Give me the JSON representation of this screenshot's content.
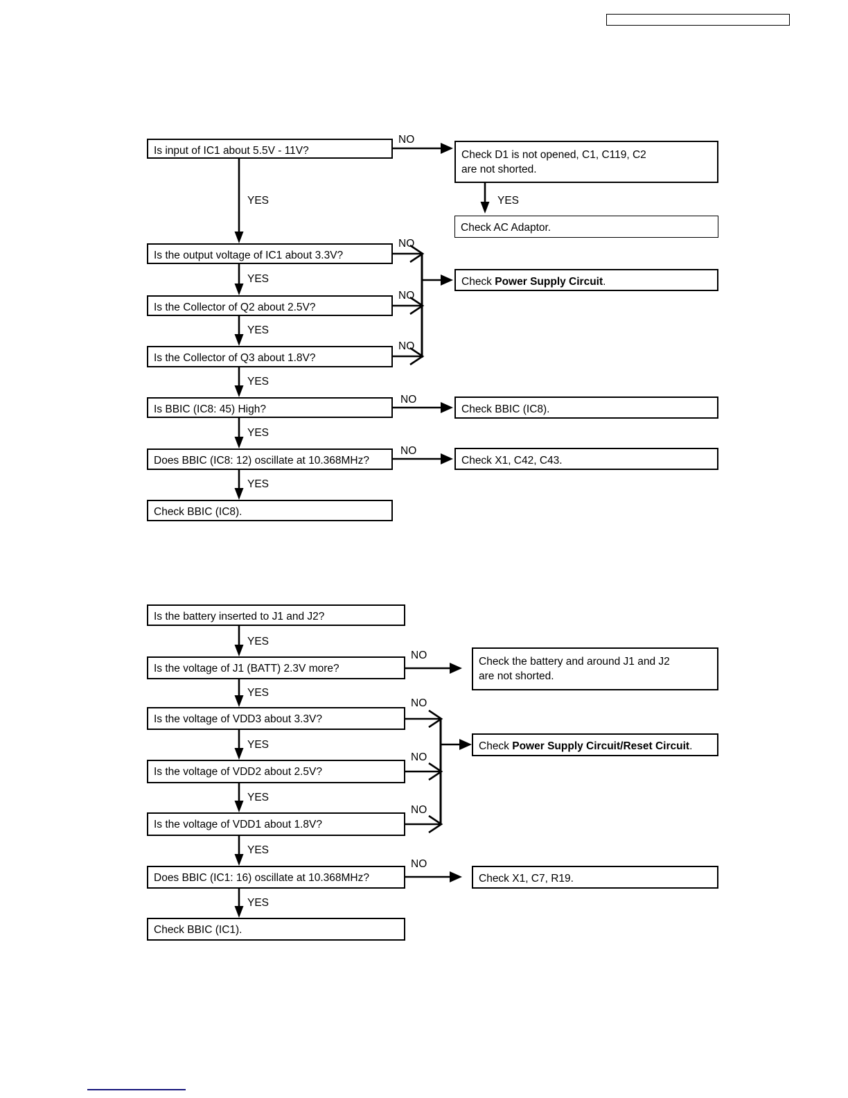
{
  "page": {
    "header_box": {
      "label": "",
      "name": "header-title-box"
    },
    "footer_rule": {
      "color": "#14147a"
    }
  },
  "flowchart_1": {
    "name": "power-supply-troubleshooting-ac-adaptor",
    "decisions": [
      {
        "id": "d1",
        "text": "Is input of IC1 about 5.5V - 11V?",
        "yes": "YES",
        "no": "NO"
      },
      {
        "id": "d2",
        "text": "Is the output voltage of IC1 about 3.3V?",
        "yes": "YES",
        "no": "NO"
      },
      {
        "id": "d3",
        "text": "Is the Collector of Q2 about 2.5V?",
        "yes": "YES",
        "no": "NO"
      },
      {
        "id": "d4",
        "text": "Is the Collector of Q3 about 1.8V?",
        "yes": "YES",
        "no": "NO"
      },
      {
        "id": "d5",
        "text": "Is BBIC (IC8: 45) High?",
        "yes": "YES",
        "no": "NO"
      },
      {
        "id": "d6",
        "text": "Does BBIC (IC8: 12) oscillate at 10.368MHz?",
        "yes": "YES",
        "no": "NO"
      }
    ],
    "terminal": {
      "id": "t1",
      "text": "Check BBIC (IC8)."
    },
    "actions": [
      {
        "id": "a1",
        "text": "Check D1 is not opened, C1, C119, C2\nare not shorted.",
        "yes": "YES"
      },
      {
        "id": "a2",
        "text": "Check AC Adaptor."
      },
      {
        "id": "a3",
        "text_prefix": "Check ",
        "text_bold": "Power Supply Circuit",
        "text_suffix": "."
      },
      {
        "id": "a4",
        "text": "Check BBIC (IC8)."
      },
      {
        "id": "a5",
        "text": "Check X1, C42, C43."
      }
    ]
  },
  "flowchart_2": {
    "name": "battery-power-troubleshooting",
    "decisions": [
      {
        "id": "e1",
        "text": "Is the battery inserted to J1 and J2?",
        "yes": "YES"
      },
      {
        "id": "e2",
        "text": "Is the voltage of J1 (BATT) 2.3V more?",
        "yes": "YES",
        "no": "NO"
      },
      {
        "id": "e3",
        "text": "Is the voltage of VDD3 about 3.3V?",
        "yes": "YES",
        "no": "NO"
      },
      {
        "id": "e4",
        "text": "Is the voltage of VDD2 about 2.5V?",
        "yes": "YES",
        "no": "NO"
      },
      {
        "id": "e5",
        "text": "Is the voltage of VDD1 about 1.8V?",
        "yes": "YES",
        "no": "NO"
      },
      {
        "id": "e6",
        "text": "Does BBIC (IC1: 16) oscillate at 10.368MHz?",
        "yes": "YES",
        "no": "NO"
      }
    ],
    "terminal": {
      "id": "t2",
      "text": "Check BBIC (IC1)."
    },
    "actions": [
      {
        "id": "b1",
        "text": "Check the battery and around J1 and J2\nare not shorted."
      },
      {
        "id": "b2",
        "text_prefix": "Check ",
        "text_bold": "Power Supply Circuit/Reset Circuit",
        "text_suffix": "."
      },
      {
        "id": "b3",
        "text": "Check X1, C7, R19."
      }
    ]
  }
}
